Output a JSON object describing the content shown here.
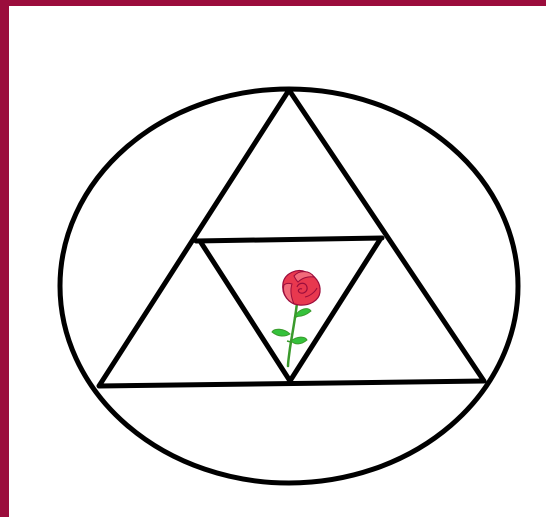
{
  "colors": {
    "frame": "#9b0d3c",
    "background": "#ffffff",
    "stroke": "#000000",
    "petal": "#e8384f",
    "petal_light": "#f26a7a",
    "stem": "#3a9a2c",
    "leaf": "#35c23c"
  },
  "diagram": {
    "shapes": [
      "frame",
      "circle",
      "outer-triangle",
      "inner-inverted-triangle",
      "triangle-crossbar"
    ],
    "icon": "rose-icon"
  }
}
